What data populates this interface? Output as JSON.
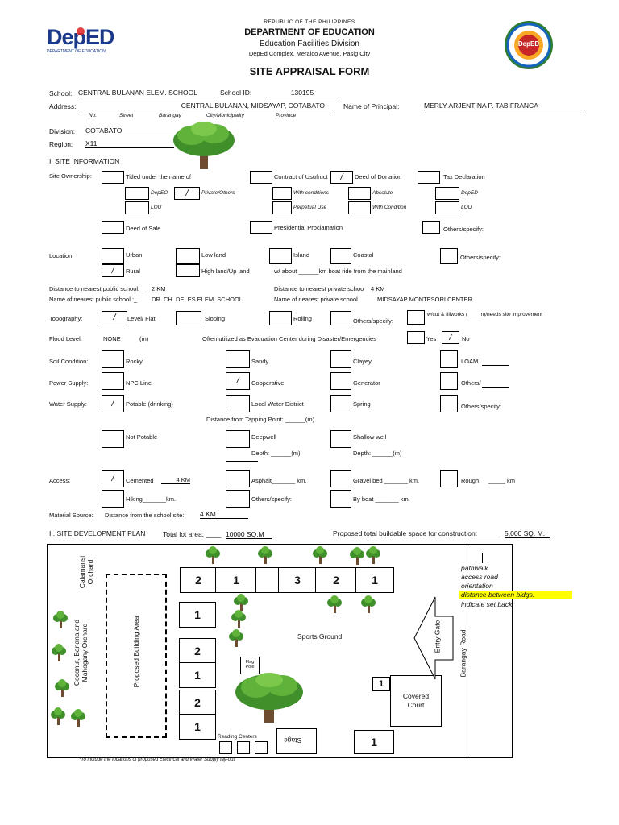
{
  "header": {
    "republic": "REPUBLIC OF THE PHILIPPINES",
    "department": "DEPARTMENT OF EDUCATION",
    "division": "Education Facilities Division",
    "address": "DepEd Complex, Meralco Avenue, Pasig City",
    "form_title": "SITE APPRAISAL FORM",
    "logo_text": "DepED",
    "logo_sub": "DEPARTMENT OF EDUCATION",
    "seal_text": "DepED"
  },
  "school_info": {
    "school_label": "School:",
    "school_value": "CENTRAL BULANAN ELEM. SCHOOL",
    "school_id_label": "School ID:",
    "school_id_value": "130195",
    "address_label": "Address:",
    "address_value": "CENTRAL BULANAN, MIDSAYAP, COTABATO",
    "principal_label": "Name of Principal:",
    "principal_value": "MERLY ARJENTINA P. TABIFRANCA",
    "address_parts": [
      "No.",
      "Street",
      "Barangay",
      "City/Municipality",
      "Province"
    ],
    "division_label": "Division:",
    "division_value": "COTABATO",
    "region_label": "Region:",
    "region_value": "X11"
  },
  "section1": {
    "title": "I. SITE INFORMATION",
    "site_ownership_label": "Site Ownership:",
    "titled": "Titled under the name of",
    "contract_usufruct": "Contract of Usufruct",
    "deed_donation": "Deed of Donation",
    "tax_declaration": "Tax Declaration",
    "deped": "DepEO",
    "private_others": "Private/Others",
    "with_conditions": "With conditions",
    "absolute": "Absolute",
    "deped2": "DepED",
    "lou": "LOU",
    "perpetual_use": "Perpetual Use",
    "with_condition": "With Condition",
    "lou2": "LOU",
    "deed_sale": "Deed of Sale",
    "presidential": "Presidential Proclamation",
    "others_specify": "Others/specify:",
    "location_label": "Location:",
    "urban": "Urban",
    "low_land": "Low land",
    "island": "Island",
    "coastal": "Coastal",
    "others_specify2": "Others/specify:",
    "rural": "Rural",
    "high_land": "High land/Up land",
    "boat_ride": "w/ about ______km boat ride from the mainland",
    "dist_public_label": "Distance to nearest public school:_",
    "dist_public_value": "2 KM",
    "dist_private_label": "Distance to nearest private schoo",
    "dist_private_value": "4 KM",
    "name_public_label": "Name of nearest public school :_",
    "name_public_value": "DR. CH. DELES ELEM. SCHOOL",
    "name_private_label": "Name of nearest private school",
    "name_private_value": "MIDSAYAP MONTESORI CENTER",
    "topography_label": "Topography:",
    "level_flat": "Level/ Flat",
    "sloping": "Sloping",
    "rolling": "Rolling",
    "others_specify3": "Others/specify:",
    "cut_fill": "w/cut & fillworks (____m)/needs site improvement",
    "flood_label": "Flood Level:",
    "flood_value": "NONE",
    "flood_unit": "(m)",
    "evacuation": "Often utilized as Evacuation Center during Disaster/Emergencies",
    "yes": "Yes",
    "no": "No",
    "soil_label": "Soil Condition:",
    "rocky": "Rocky",
    "sandy": "Sandy",
    "clayey": "Clayey",
    "loam": "LOAM",
    "power_label": "Power Supply:",
    "npc_line": "NPC Line",
    "cooperative": "Cooperative",
    "generator": "Generator",
    "others_power": "Others/",
    "water_label": "Water Supply:",
    "potable": "Potable (drinking)",
    "local_water": "Local Water District",
    "spring": "Spring",
    "others_specify4": "Others/specify:",
    "tapping": "Distance from Tapping Point: ______(m)",
    "not_potable": "Not Potable",
    "deepwell": "Deepwell",
    "shallow_well": "Shallow well",
    "depth1": "Depth: ______(m)",
    "depth2": "Depth: ______(m)",
    "access_label": "Access:",
    "cemented": "Cemented",
    "cemented_value": "4 KM",
    "asphalt": "Asphalt_______ km.",
    "gravel": "Gravel bed _______ km.",
    "rough": "Rough",
    "rough_km": "_____ km",
    "hiking": "Hiking_______km.",
    "others_specify5": "Others/specify:",
    "by_boat": "By boat _______ km.",
    "material_label": "Material Source:",
    "material_dist": "Distance from the school site:",
    "material_value": "4 KM."
  },
  "section2": {
    "title": "II. SITE DEVELOPMENT PLAN",
    "lot_area_label": "Total lot area: ____",
    "lot_area_value": "10000 SQ.M",
    "buildable_label": "Proposed total buildable space for construction:______",
    "buildable_value": "5,000 SQ. M.",
    "calamansi": "Calamansi Orchard",
    "coconut": "Coconut, Banana and Mahogany Orchard",
    "proposed_building": "Proposed Building Area",
    "sports_ground": "Sports Ground",
    "flag_pole": "Flag Pole",
    "covered_court": "Covered Court",
    "entry_gate": "Entry Gate",
    "barangay_road": "Barangay Road",
    "reading_centers": "Reading Centers",
    "stage": "Stage",
    "legend": [
      "pathwalk",
      "access road",
      "orientation",
      "distance between bldgs.",
      "indicate set back"
    ],
    "highlight_color": "#ffff00",
    "buildings_top": [
      "2",
      "1",
      "",
      "3",
      "2",
      "1"
    ],
    "buildings_left": [
      "1",
      "2",
      "1",
      "2",
      "1"
    ],
    "bldg_court_num": "1",
    "bldg_bottom_num": "1",
    "footnote": "*To include the locations of proposed Electrical and Water Supply lay-out"
  },
  "checks": {
    "deed_donation": "/",
    "private_others": "/",
    "rural": "/",
    "level_flat": "/",
    "no": "/",
    "cooperative": "/",
    "potable": "/",
    "cemented": "/"
  }
}
